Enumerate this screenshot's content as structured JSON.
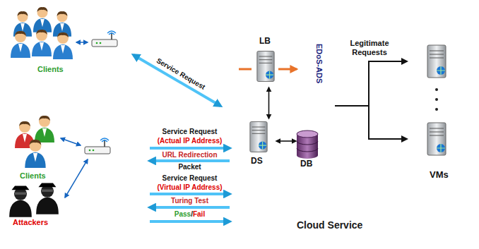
{
  "diagram": {
    "nodes": [
      {
        "text": [
          "Clients"
        ]
      },
      {
        "text": [
          "Clients",
          "Attackers"
        ]
      },
      {
        "text": [
          "Cloud Service"
        ]
      },
      {
        "text": [
          "EDoS-ADS"
        ],
        "in": 2
      },
      {
        "text": [
          "LB"
        ],
        "in": 3
      },
      {
        "text": [
          "DS"
        ],
        "in": 3
      },
      {
        "text": [
          "DB"
        ],
        "in": 3
      },
      {
        "text": [
          "VMs"
        ],
        "in": 2
      }
    ],
    "edges": [
      {
        "from": 0,
        "to": 2,
        "arrow": "both",
        "label": "Service Request"
      },
      {
        "from": 1,
        "to": 2,
        "arrow": "to",
        "label": "Service Request"
      },
      {
        "from": 2,
        "to": 1,
        "arrow": "to",
        "label": "URL Redirection"
      },
      {
        "from": 1,
        "to": 2,
        "arrow": "to",
        "label": "Service Request"
      },
      {
        "from": 2,
        "to": 1,
        "arrow": "to",
        "label": "Turing Test"
      },
      {
        "from": 1,
        "to": 2,
        "arrow": "to",
        "label": "Pass/Fail"
      },
      {
        "from": 3,
        "to": 7,
        "arrow": "to",
        "label": "Legitimate Requests"
      },
      {
        "from": 4,
        "to": 5,
        "arrow": "both"
      },
      {
        "from": 5,
        "to": 6,
        "arrow": "both"
      }
    ],
    "labels": [
      "(Actual IP Address)",
      "Packet",
      "(Virtual IP Address)"
    ]
  }
}
